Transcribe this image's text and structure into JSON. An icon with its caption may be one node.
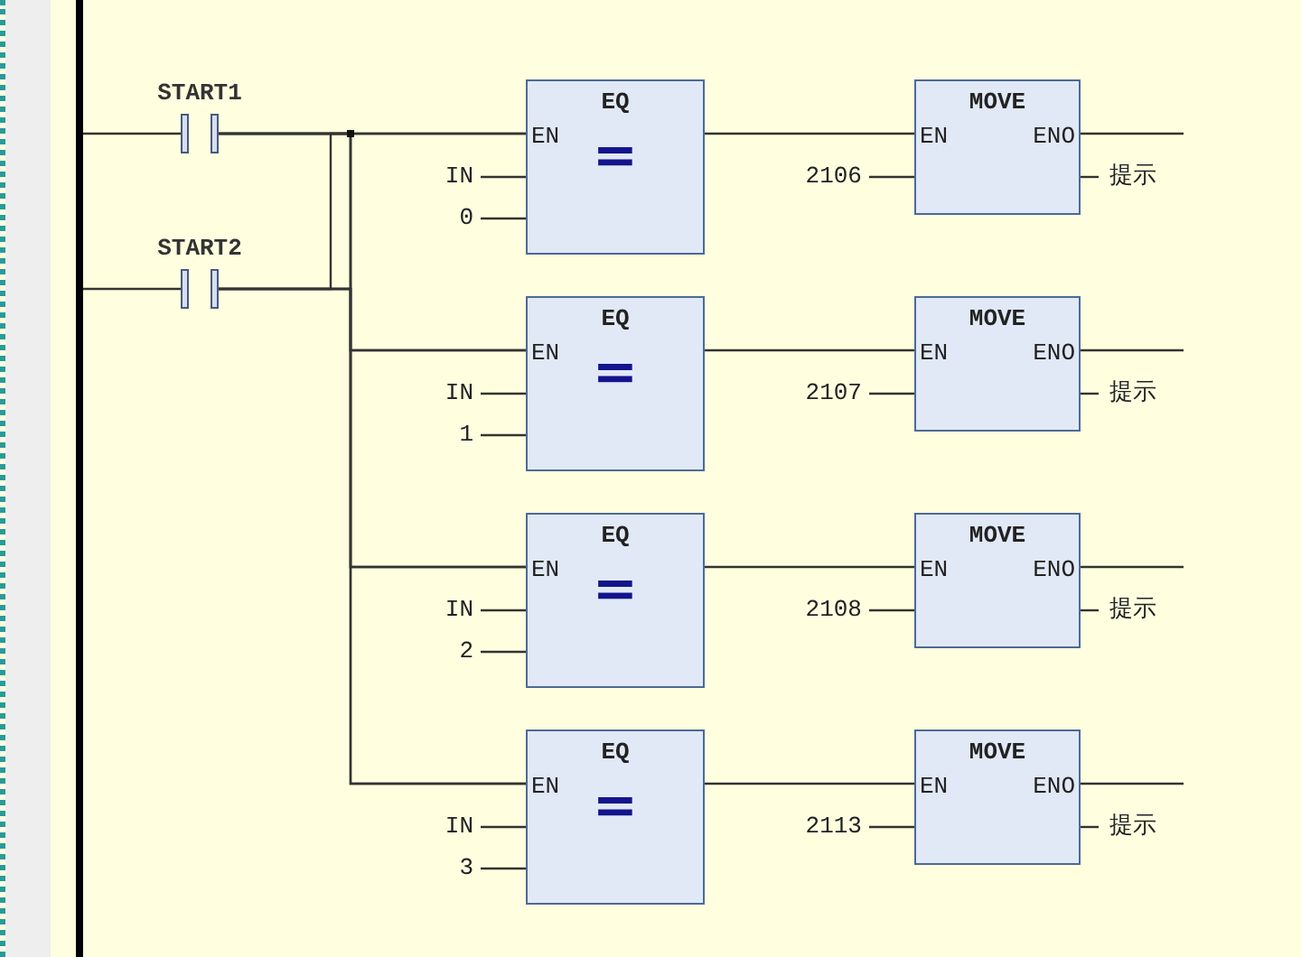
{
  "diagram": {
    "nodes": [
      {
        "text": [],
        "shape": "bar"
      },
      {
        "text": [
          "START1"
        ]
      },
      {
        "text": [
          "START2"
        ]
      },
      {
        "text": [
          "EQ",
          "EN",
          "="
        ],
        "beside": [
          "IN",
          "0"
        ]
      },
      {
        "text": [
          "MOVE",
          "EN",
          "ENO"
        ],
        "beside": [
          "2106",
          "提示"
        ]
      },
      {
        "text": [
          "EQ",
          "EN",
          "="
        ],
        "beside": [
          "IN",
          "1"
        ]
      },
      {
        "text": [
          "MOVE",
          "EN",
          "ENO"
        ],
        "beside": [
          "2107",
          "提示"
        ]
      },
      {
        "text": [
          "EQ",
          "EN",
          "="
        ],
        "beside": [
          "IN",
          "2"
        ]
      },
      {
        "text": [
          "MOVE",
          "EN",
          "ENO"
        ],
        "beside": [
          "2108",
          "提示"
        ]
      },
      {
        "text": [
          "EQ",
          "EN",
          "="
        ],
        "beside": [
          "IN",
          "3"
        ]
      },
      {
        "text": [
          "MOVE",
          "EN",
          "ENO"
        ],
        "beside": [
          "2113",
          "提示"
        ]
      }
    ],
    "edges": [
      {
        "from": 0,
        "to": 1,
        "arrow": "none"
      },
      {
        "from": 0,
        "to": 2,
        "arrow": "none"
      },
      {
        "from": 1,
        "to": 3,
        "arrow": "none"
      },
      {
        "from": 2,
        "to": 3,
        "arrow": "none"
      },
      {
        "from": 1,
        "to": 5,
        "arrow": "none"
      },
      {
        "from": 2,
        "to": 5,
        "arrow": "none"
      },
      {
        "from": 1,
        "to": 7,
        "arrow": "none"
      },
      {
        "from": 2,
        "to": 7,
        "arrow": "none"
      },
      {
        "from": 1,
        "to": 9,
        "arrow": "none"
      },
      {
        "from": 2,
        "to": 9,
        "arrow": "none"
      },
      {
        "from": 3,
        "to": 4,
        "arrow": "none"
      },
      {
        "from": 4,
        "to": null,
        "arrow": "none"
      },
      {
        "from": 5,
        "to": 6,
        "arrow": "none"
      },
      {
        "from": 6,
        "to": null,
        "arrow": "none"
      },
      {
        "from": 7,
        "to": 8,
        "arrow": "none"
      },
      {
        "from": 8,
        "to": null,
        "arrow": "none"
      },
      {
        "from": 9,
        "to": 10,
        "arrow": "none"
      },
      {
        "from": 10,
        "to": null,
        "arrow": "none"
      }
    ]
  }
}
